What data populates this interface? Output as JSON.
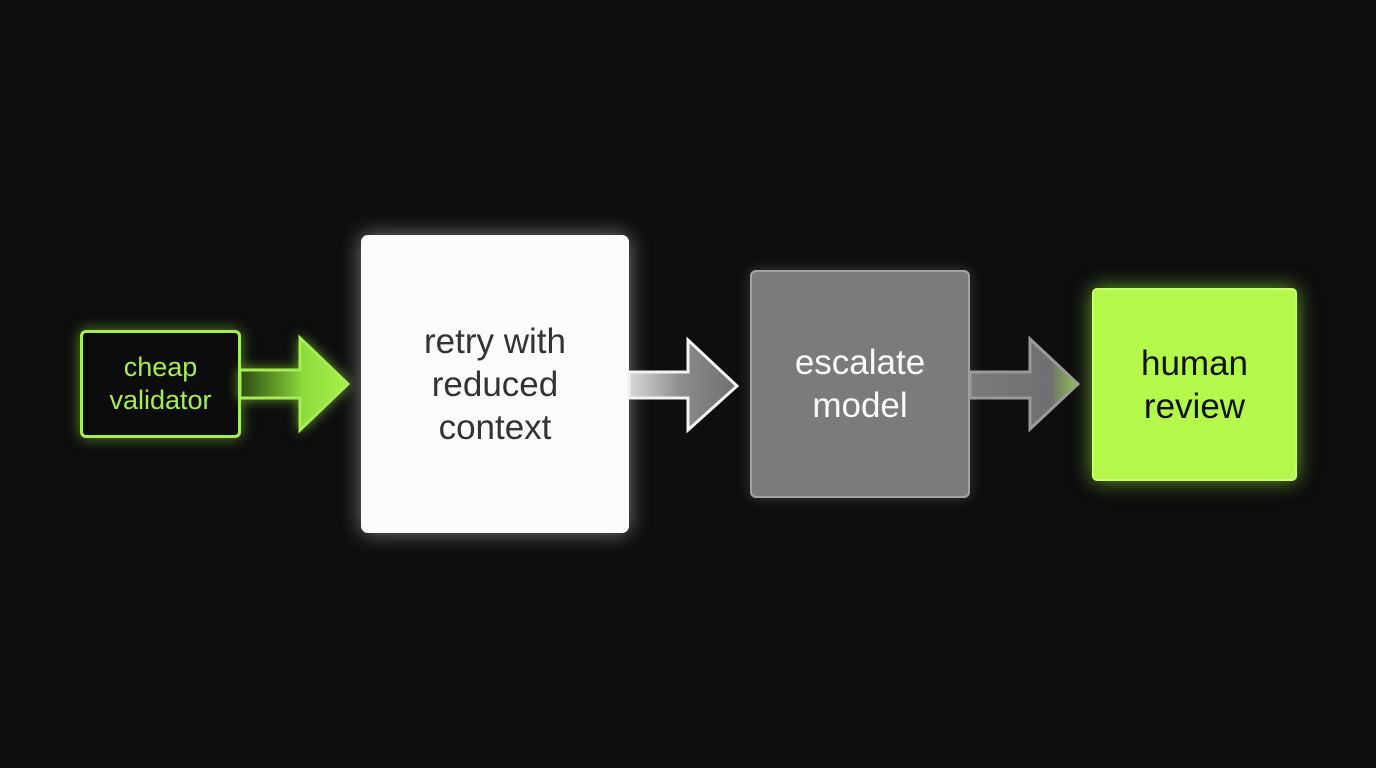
{
  "steps": [
    {
      "line1": "cheap",
      "line2": "validator"
    },
    {
      "line1": "retry with",
      "line2": "reduced",
      "line3": "context"
    },
    {
      "line1": "escalate",
      "line2": "model"
    },
    {
      "line1": "human",
      "line2": "review"
    }
  ],
  "colors": {
    "background": "#0d0e0e",
    "accent": "#a6ec52",
    "human": "#b4f84c",
    "escalate": "#7b7b7b",
    "retry": "#fbfbfb"
  }
}
